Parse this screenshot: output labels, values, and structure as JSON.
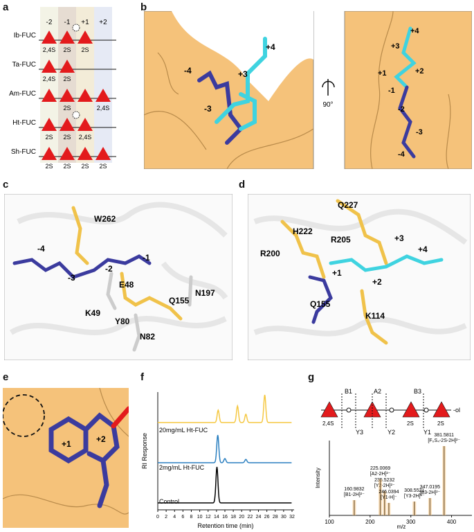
{
  "panel_labels": {
    "a": "a",
    "b": "b",
    "c": "c",
    "d": "d",
    "e": "e",
    "f": "f",
    "g": "g"
  },
  "panel_a": {
    "positions": [
      "-2",
      "-1",
      "+1",
      "+2"
    ],
    "rows": [
      {
        "name": "Ib-FUC",
        "labels": [
          "2,4S",
          "2S",
          "2S",
          ""
        ],
        "present": [
          true,
          true,
          true,
          false
        ],
        "cleave": 1
      },
      {
        "name": "Ta-FUC",
        "labels": [
          "2,4S",
          "2S",
          "",
          ""
        ],
        "present": [
          true,
          true,
          false,
          false
        ],
        "cleave": -1
      },
      {
        "name": "Am-FUC",
        "labels": [
          "",
          "2S",
          "",
          "2,4S"
        ],
        "present": [
          true,
          true,
          true,
          true
        ],
        "cleave": -1
      },
      {
        "name": "Ht-FUC",
        "labels": [
          "2S",
          "2S",
          "2,4S",
          ""
        ],
        "present": [
          true,
          true,
          true,
          false
        ],
        "cleave": 1
      },
      {
        "name": "Sh-FUC",
        "labels": [
          "2S",
          "2S",
          "2S",
          "2S"
        ],
        "present": [
          true,
          true,
          true,
          true
        ],
        "cleave": -1
      }
    ],
    "colors": {
      "fucose": "#e31a1c",
      "col_neg2": "#f3f3e6",
      "col_neg1": "#e6dcd2",
      "col_pos1": "#f3ecd8",
      "col_pos2": "#e6eaf5"
    }
  },
  "panel_b": {
    "left_labels": [
      "-4",
      "-3",
      "+3",
      "+4"
    ],
    "right_labels": [
      "+4",
      "+3",
      "+1",
      "+2",
      "-1",
      "-2",
      "-3",
      "-4"
    ],
    "rotation": "90°",
    "colors": {
      "surface": "#f5c27a",
      "ligand_neg": "#3b3b9e",
      "ligand_pos": "#3fd3e0"
    }
  },
  "panel_c": {
    "labels": [
      "W262",
      "-4",
      "-2",
      "-1",
      "-3",
      "E48",
      "N197",
      "Q155",
      "K49",
      "Y80",
      "N82"
    ]
  },
  "panel_d": {
    "labels": [
      "Q227",
      "H222",
      "R205",
      "+3",
      "+4",
      "R200",
      "+1",
      "+2",
      "Q155",
      "K114"
    ]
  },
  "panel_e": {
    "labels": [
      "+1",
      "+2"
    ]
  },
  "panel_f": {
    "chart_data": {
      "type": "line",
      "xlabel": "Retention time (min)",
      "ylabel": "RI Response",
      "xlim": [
        0,
        32
      ],
      "xticks": [
        0,
        2,
        4,
        6,
        8,
        10,
        12,
        14,
        16,
        18,
        20,
        22,
        24,
        26,
        28,
        30,
        32
      ],
      "series": [
        {
          "name": "20mg/mL Ht-FUC",
          "color": "#f5c842",
          "baseline": 3,
          "peaks": [
            [
              14.4,
              0.45
            ],
            [
              19.0,
              0.6
            ],
            [
              21.0,
              0.3
            ],
            [
              25.5,
              1.0
            ]
          ]
        },
        {
          "name": "2mg/mL Ht-FUC",
          "color": "#2a7fc0",
          "baseline": 1.55,
          "peaks": [
            [
              14.3,
              1.0
            ],
            [
              16.0,
              0.15
            ],
            [
              21.0,
              0.12
            ]
          ]
        },
        {
          "name": "Control",
          "color": "#000000",
          "baseline": 0.1,
          "peaks": [
            [
              14.1,
              1.3
            ]
          ]
        }
      ]
    }
  },
  "panel_g": {
    "fragments_top": [
      "B1",
      "A2",
      "B3"
    ],
    "fragments_bottom": [
      "Y3",
      "Y2",
      "Y1"
    ],
    "sugar_labels": [
      "2,4S",
      "2S",
      "2S"
    ],
    "end_label": "-ol",
    "chart_data": {
      "type": "bar",
      "xlabel": "m/z",
      "ylabel": "Intensity",
      "xlim": [
        100,
        450
      ],
      "xticks": [
        100,
        200,
        300,
        400
      ],
      "annotations": [
        {
          "mz": "381.5811",
          "ion": "[F₀S₄-2S-2H]²⁻",
          "x": 381.6,
          "y": 1.0
        },
        {
          "mz": "235.5232",
          "ion": "[Y2-2H]²⁻",
          "x": 235.5,
          "y": 0.35
        },
        {
          "mz": "225.0069",
          "ion": "[A2-2H]²⁻",
          "x": 225.0,
          "y": 0.52
        },
        {
          "mz": "308.5521",
          "ion": "[Y3-2H]²⁻",
          "x": 308.6,
          "y": 0.2
        },
        {
          "mz": "160.9832",
          "ion": "[B1-2H]²⁻",
          "x": 161.0,
          "y": 0.22
        },
        {
          "mz": "246.0394",
          "ion": "[Y1-H]⁻",
          "x": 246.0,
          "y": 0.18
        },
        {
          "mz": "347.0195",
          "ion": "[B3-2H]²⁻",
          "x": 347.0,
          "y": 0.25
        }
      ]
    }
  }
}
